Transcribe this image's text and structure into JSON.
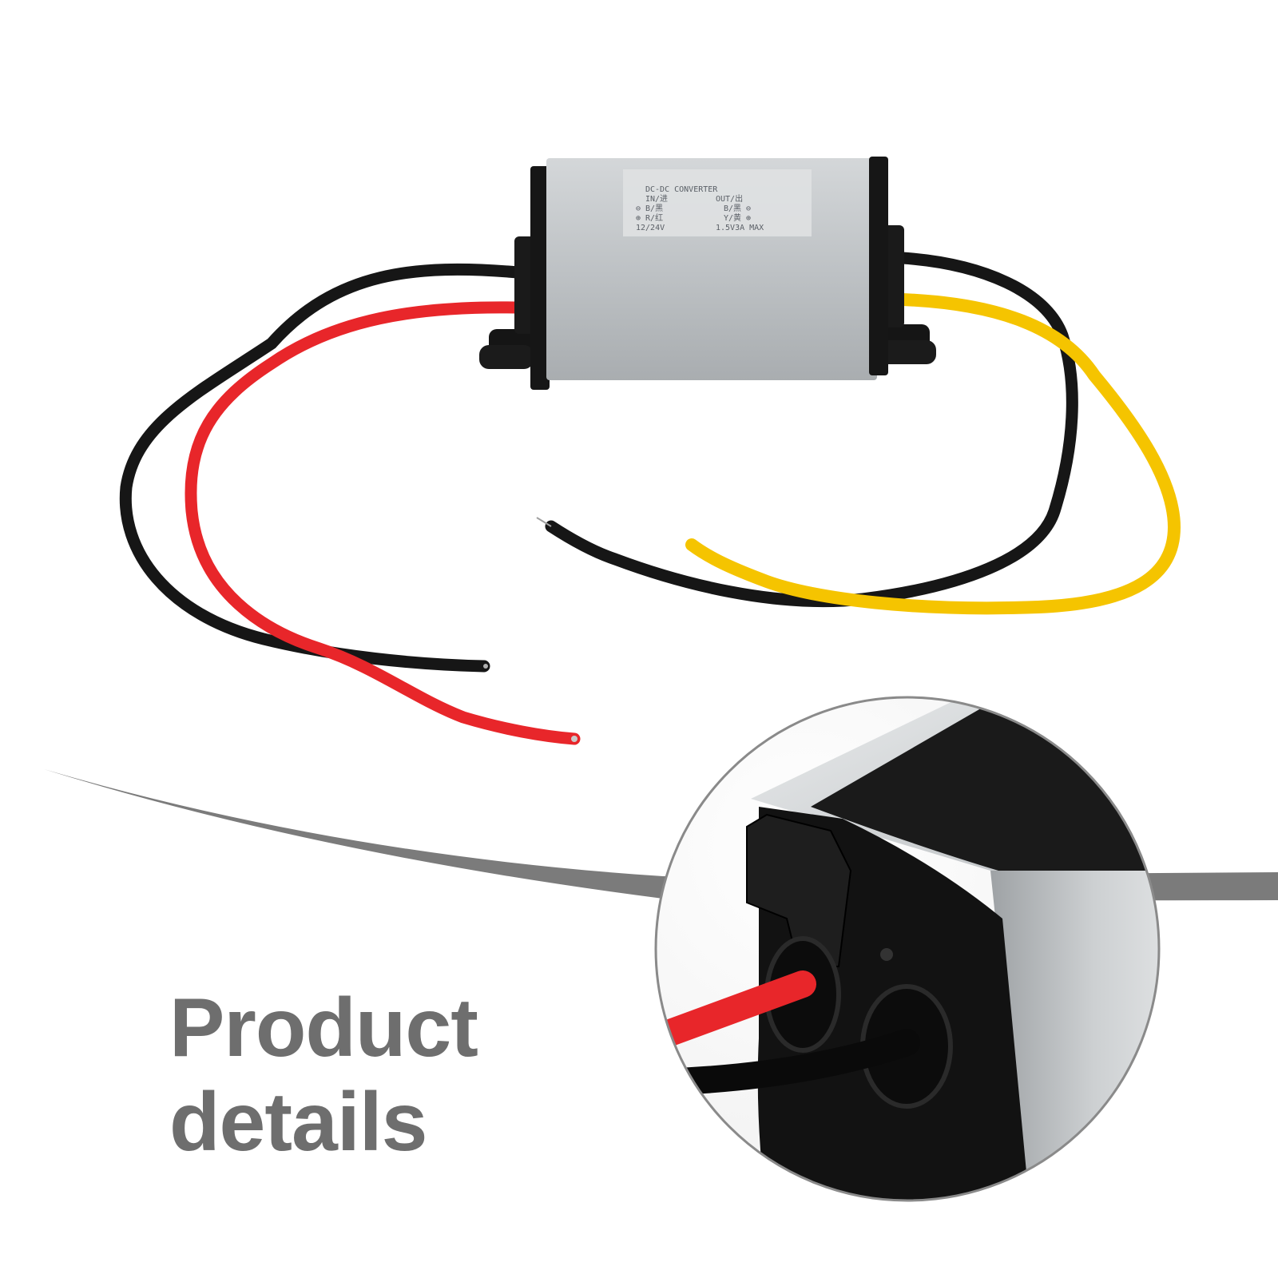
{
  "product_label": {
    "line1": "DC-DC CONVERTER",
    "in_header": "IN/进",
    "out_header": "OUT/出",
    "in_black": "⊖ B/黑",
    "in_red": "⊕ R/红",
    "out_black": "B/黑 ⊖",
    "out_yellow": "Y/黄 ⊕",
    "input_voltage": "12/24V",
    "output_rating": "1.5V3A MAX"
  },
  "headline": {
    "line1": "Product",
    "line2": "details"
  },
  "colors": {
    "red_wire": "#e8262a",
    "black_wire": "#161616",
    "yellow_wire": "#f5c400",
    "housing": "#bfc3c6",
    "swoosh": "#7b7b7b",
    "text": "#6e6e6e"
  }
}
